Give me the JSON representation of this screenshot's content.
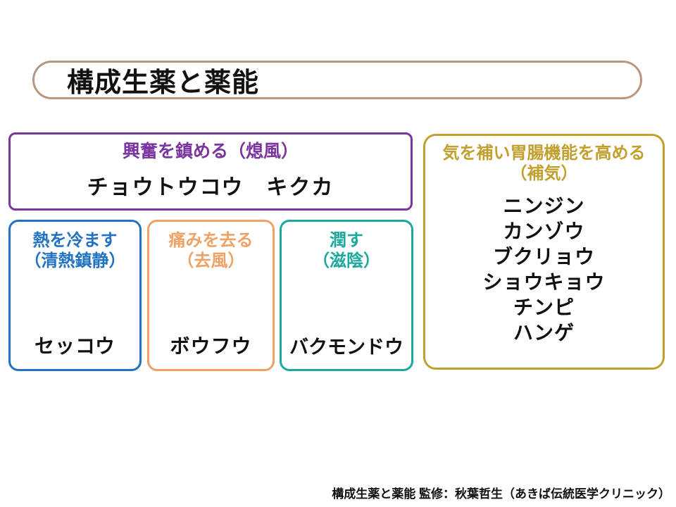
{
  "slide": {
    "title": "構成生薬と薬能",
    "credit": "構成生薬と薬能 監修：秋葉哲生（あきば伝統医学クリニック）",
    "title_border_color": "#b99680",
    "background_color": "#ffffff",
    "text_color": "#111111"
  },
  "groups": {
    "calm": {
      "header": "興奮を鎮める（熄風）",
      "herbs_line": "チョウトウコウ　キクカ",
      "color": "#7a35a0"
    },
    "tonify": {
      "header_line1": "気を補い胃腸機能を高める",
      "header_line2": "（補気）",
      "herbs": [
        "ニンジン",
        "カンゾウ",
        "ブクリョウ",
        "ショウキョウ",
        "チンピ",
        "ハンゲ"
      ],
      "color": "#c2a02f"
    },
    "cool": {
      "header_line1": "熱を冷ます",
      "header_line2": "（清熱鎮静）",
      "herb": "セッコウ",
      "color": "#2272c3"
    },
    "pain": {
      "header_line1": "痛みを去る",
      "header_line2": "（去風）",
      "herb": "ボウフウ",
      "color": "#efa265"
    },
    "moisten": {
      "header_line1": "潤す",
      "header_line2": "（滋陰）",
      "herb": "バクモンドウ",
      "color": "#1aa99b"
    }
  }
}
